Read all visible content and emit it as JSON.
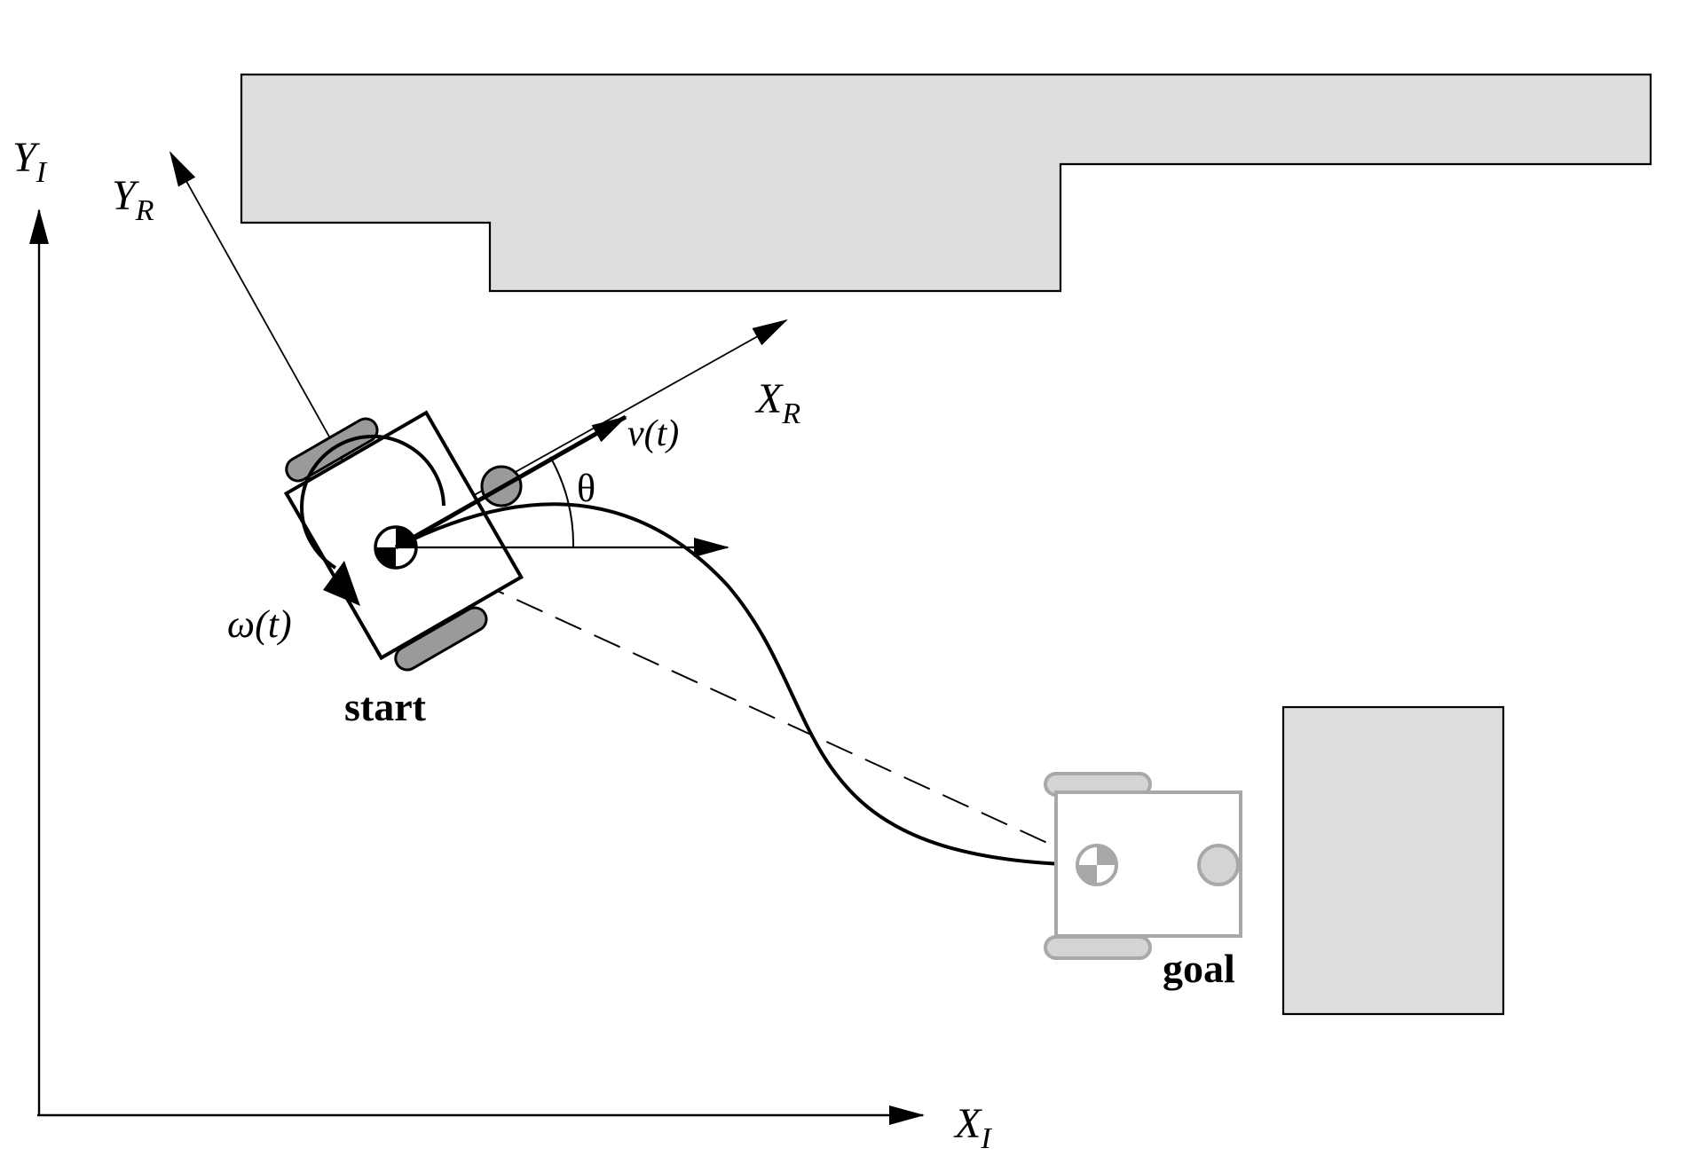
{
  "axes": {
    "x_inertial": {
      "base": "X",
      "sub": "I"
    },
    "y_inertial": {
      "base": "Y",
      "sub": "I"
    },
    "x_robot": {
      "base": "X",
      "sub": "R"
    },
    "y_robot": {
      "base": "Y",
      "sub": "R"
    }
  },
  "labels": {
    "velocity": "v(t)",
    "angular_velocity": "ω(t)",
    "heading_angle": "θ",
    "start": "start",
    "goal": "goal"
  },
  "colors": {
    "stroke": "#000000",
    "obstacle_fill": "#dedede",
    "wheel_fill": "#9a9a9a",
    "goal_robot_stroke": "#a8a8a8",
    "goal_wheel_fill": "#d4d4d4"
  }
}
